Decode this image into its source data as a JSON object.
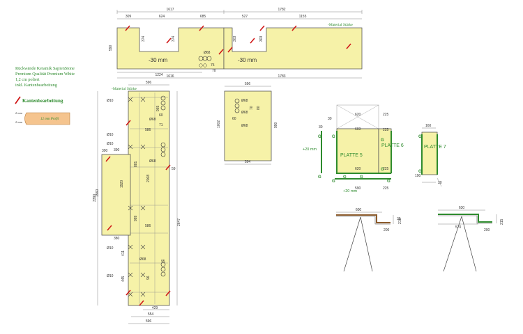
{
  "colors": {
    "slab_fill": "#f6f2a8",
    "edge_red": "#d01818",
    "edge_green": "#2e8b2e",
    "profile_fill": "#f5c48e",
    "outline": "#555555"
  },
  "legend": {
    "line1": "Rückwände Keramik SapienStone",
    "line2": "Premium Qualität Premium White",
    "line3": "1,2 cm poliert",
    "line4": "inkl. Kantenbearbeitung",
    "edge_title": "Kantenbearbeitung",
    "edge_icon": "red-slash-icon",
    "profile_dim1": "2 mm",
    "profile_dim2": "2 mm",
    "profile_label": "12 mm Profil"
  },
  "top_piece": {
    "material_note": "-Material Stärke",
    "dims_top": [
      "1617",
      "1782"
    ],
    "dims_second": [
      "309",
      "624",
      "685",
      "527",
      "1155"
    ],
    "height": "590",
    "cutouts": [
      "374",
      "374",
      "303",
      "303"
    ],
    "drop_labels": [
      "-30 mm",
      "-30 mm"
    ],
    "hole_label": "Ø68",
    "small_dims": [
      "75",
      "70"
    ],
    "dims_bottom1": [
      "1224"
    ],
    "dims_bottom2": [
      "1616",
      "1783"
    ]
  },
  "tall_piece": {
    "material_note": "-Material Stärke",
    "overall_height": "3390",
    "dims_top": [
      "596"
    ],
    "right_height": "2647",
    "left_width": "390",
    "left_height": "1560",
    "inner_dims": [
      "965",
      "2008",
      "881",
      "989",
      "1920"
    ],
    "holes": [
      "Ø10",
      "Ø10",
      "Ø10",
      "Ø10",
      "Ø10",
      "Ø68",
      "Ø68",
      "Ø68"
    ],
    "misc_dims": [
      "60",
      "71",
      "59",
      "95",
      "390",
      "586",
      "586",
      "411",
      "445",
      "380",
      "96"
    ],
    "dims_bottom": [
      "429",
      "554",
      "596"
    ]
  },
  "small_piece": {
    "dim_top": "596",
    "height_left": "1002",
    "height_right": "990",
    "dim_bottom": "594",
    "holes": [
      "Ø68",
      "Ø68",
      "Ø68"
    ],
    "inner_dims": [
      "60",
      "70",
      "80"
    ]
  },
  "plates": {
    "platte5": {
      "label": "PLATTE 5",
      "offset_left": "+20 mm",
      "offset_bottom": "+20 mm",
      "dims": [
        "620",
        "603",
        "620",
        "590",
        "30",
        "30",
        "225",
        "225",
        "225",
        "225"
      ],
      "edge_marks": [
        "G",
        "G",
        "G",
        "G",
        "G",
        "G",
        "G"
      ]
    },
    "platte6": {
      "label": "PLATTE 6",
      "edge_marks": [
        "G",
        "G"
      ]
    },
    "platte7": {
      "label": "PLATTE 7",
      "dims": [
        "160",
        "190",
        "20"
      ],
      "edge_marks": [
        "G",
        "G"
      ]
    }
  },
  "sections": {
    "left": {
      "dims": [
        "600",
        "35",
        "215",
        "200"
      ]
    },
    "right": {
      "dims": [
        "630",
        "570",
        "200",
        "215"
      ]
    }
  }
}
